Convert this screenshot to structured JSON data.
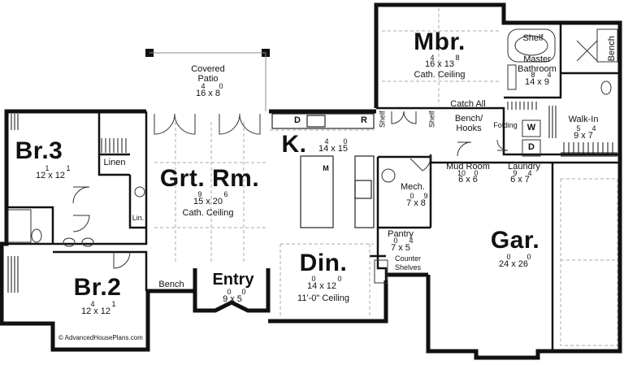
{
  "rooms": {
    "mbr": {
      "name": "Mbr.",
      "dim": "16 x 13",
      "sup_a": "4",
      "sup_b": "8",
      "note": "Cath. Ceiling"
    },
    "shelf": {
      "name": "Shelf"
    },
    "bench_top": {
      "name": "Bench"
    },
    "master_bath": {
      "line1": "Master",
      "line2": "Bathroom",
      "dim": "14 x 9",
      "sup_a": "8",
      "sup_b": "4"
    },
    "covered_patio": {
      "line1": "Covered",
      "line2": "Patio",
      "dim": "16 x 8",
      "sup_a": "4",
      "sup_b": "0"
    },
    "catch_all": {
      "name": "Catch All"
    },
    "shelf_a": {
      "name": "Shelf"
    },
    "shelf_b": {
      "name": "Shelf"
    },
    "bench_hooks": {
      "line1": "Bench/",
      "line2": "Hooks"
    },
    "folding": {
      "name": "Folding"
    },
    "washer": {
      "name": "W"
    },
    "dryer": {
      "name": "D"
    },
    "walk_in": {
      "name": "Walk-In",
      "dim": "9 x 7",
      "sup_a": "5",
      "sup_b": "4"
    },
    "br3": {
      "name": "Br.3",
      "dim": "12 x 12",
      "sup_a": "1",
      "sup_b": "1"
    },
    "linen": {
      "name": "Linen"
    },
    "kitchen": {
      "name": "K.",
      "dim": "14 x 15",
      "sup_a": "4",
      "sup_b": "0"
    },
    "dishwasher": {
      "name": "D"
    },
    "refrigerator": {
      "name": "R"
    },
    "microwave": {
      "name": "M"
    },
    "great_room": {
      "name": "Grt. Rm.",
      "dim": "15 x 20",
      "sup_a": "9",
      "sup_b": "6",
      "note": "Cath. Ceiling"
    },
    "lin": {
      "name": "Lin."
    },
    "mud_room": {
      "name": "Mud Room",
      "dim": "6 x 6",
      "sup_a": "10",
      "sup_b": "0"
    },
    "laundry": {
      "name": "Laundry",
      "dim": "6 x 7",
      "sup_a": "9",
      "sup_b": "4"
    },
    "mech": {
      "name": "Mech.",
      "dim": "7 x 8",
      "sup_a": "0",
      "sup_b": "9"
    },
    "garage": {
      "name": "Gar.",
      "dim": "24 x 26",
      "sup_a": "0",
      "sup_b": "0"
    },
    "pantry": {
      "name": "Pantry",
      "dim": "7 x 5",
      "sup_a": "0",
      "sup_b": "4"
    },
    "counter_shelves": {
      "line1": "Counter",
      "line2": "Shelves"
    },
    "dining": {
      "name": "Din.",
      "dim": "14 x 12",
      "sup_a": "0",
      "sup_b": "0",
      "note": "11'-0\" Ceiling"
    },
    "br2": {
      "name": "Br.2",
      "dim": "12 x 12",
      "sup_a": "4",
      "sup_b": "1"
    },
    "bench_entry": {
      "name": "Bench"
    },
    "entry": {
      "name": "Entry",
      "dim": "9 x 5",
      "sup_a": "0",
      "sup_b": "0"
    }
  },
  "copyright": "© AdvancedHousePlans.com",
  "colors": {
    "wall": "#111111",
    "fixture": "#444444",
    "guide": "#9a9a9a",
    "paper": "#ffffff"
  }
}
